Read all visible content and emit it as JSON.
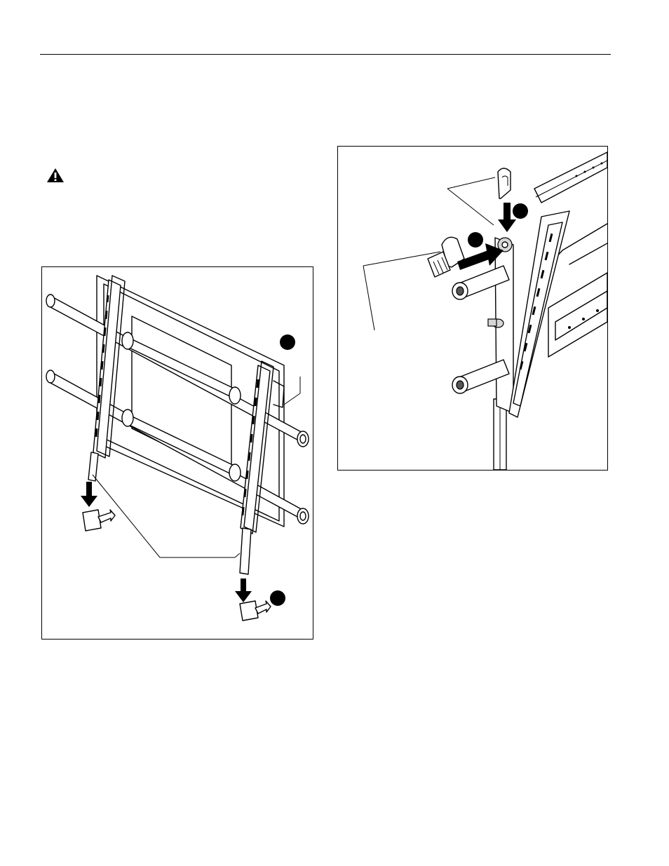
{
  "document": {
    "header_rule": true,
    "warning_icon": "warning-triangle-icon"
  },
  "figures": [
    {
      "id": "bracket-installation",
      "callout_badges": 2,
      "callout_icons": [
        "down-arrow-icon",
        "down-arrow-icon"
      ]
    },
    {
      "id": "safety-pin-installation",
      "callout_badges": 2,
      "callout_icons": [
        "down-arrow-icon",
        "right-arrow-icon"
      ]
    }
  ]
}
